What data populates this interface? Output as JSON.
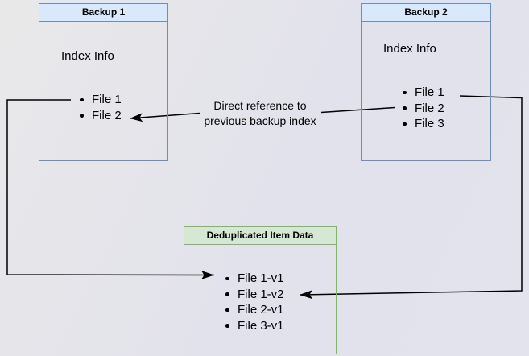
{
  "diagram": {
    "backup1": {
      "title": "Backup 1",
      "subtitle": "Index Info",
      "items": [
        "File 1",
        "File 2"
      ]
    },
    "backup2": {
      "title": "Backup 2",
      "subtitle": "Index Info",
      "items": [
        "File 1",
        "File 2",
        "File 3"
      ]
    },
    "dedup": {
      "title": "Deduplicated Item Data",
      "items": [
        "File 1-v1",
        "File 1-v2",
        "File 2-v1",
        "File 3-v1"
      ]
    },
    "annotation": {
      "line1": "Direct reference to",
      "line2": "previous backup index"
    },
    "colors": {
      "blue_header_fill": "#dae8fc",
      "blue_border": "#6c8ebf",
      "green_header_fill": "#d5e8d4",
      "green_border": "#82b366",
      "arrow": "#000000",
      "background_left": "#e9e8e9",
      "background_right": "#e3e3ee"
    }
  }
}
